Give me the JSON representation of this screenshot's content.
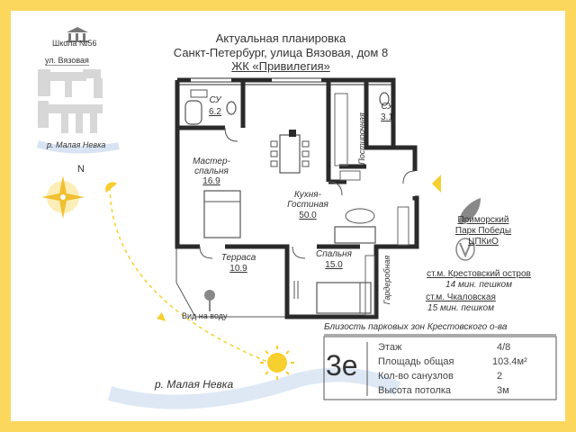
{
  "header": {
    "line1": "Актуальная планировка",
    "line2": "Санкт-Петербург, улица Вязовая, дом 8",
    "line3": "ЖК «Привилегия»"
  },
  "map": {
    "school": "Школа №56",
    "street": "ул. Вязовая",
    "river_small": "р. Малая Невка",
    "north": "N",
    "river_big": "р. Малая Невка",
    "view": "Вид на воду"
  },
  "rooms": [
    {
      "name": "СУ",
      "area": "6.2"
    },
    {
      "name": "Мастер-\nспальня",
      "area": "16.9"
    },
    {
      "name": "Кухня-\nГостиная",
      "area": "50.0"
    },
    {
      "name": "СУ",
      "area": "3.1"
    },
    {
      "name": "Постирочная"
    },
    {
      "name": "Терраса",
      "area": "10.9"
    },
    {
      "name": "Спальня",
      "area": "15.0"
    },
    {
      "name": "Гардеробная"
    }
  ],
  "poi": {
    "park": [
      "Приморский",
      "Парк Победы",
      "ЦПКиО"
    ],
    "metro1_station": "ст.м. Крестовский остров",
    "metro1_time": "14 мин. пешком",
    "metro2_station": "ст.м. Чкаловская",
    "metro2_time": "15 мин. пешком",
    "parks_note": "Близость парковых зон Крестовского о-ва"
  },
  "info": {
    "flat_type": "3е",
    "rows": [
      {
        "label": "Этаж",
        "value": "4/8"
      },
      {
        "label": "Площадь общая",
        "value": "103.4м²"
      },
      {
        "label": "Кол-во санузлов",
        "value": "2"
      },
      {
        "label": "Высота потолка",
        "value": "3м"
      }
    ]
  },
  "colors": {
    "border": "#fcd75d",
    "wall": "#2a2a2a",
    "accent": "#f7cf2e",
    "river": "#c8d8ee"
  }
}
